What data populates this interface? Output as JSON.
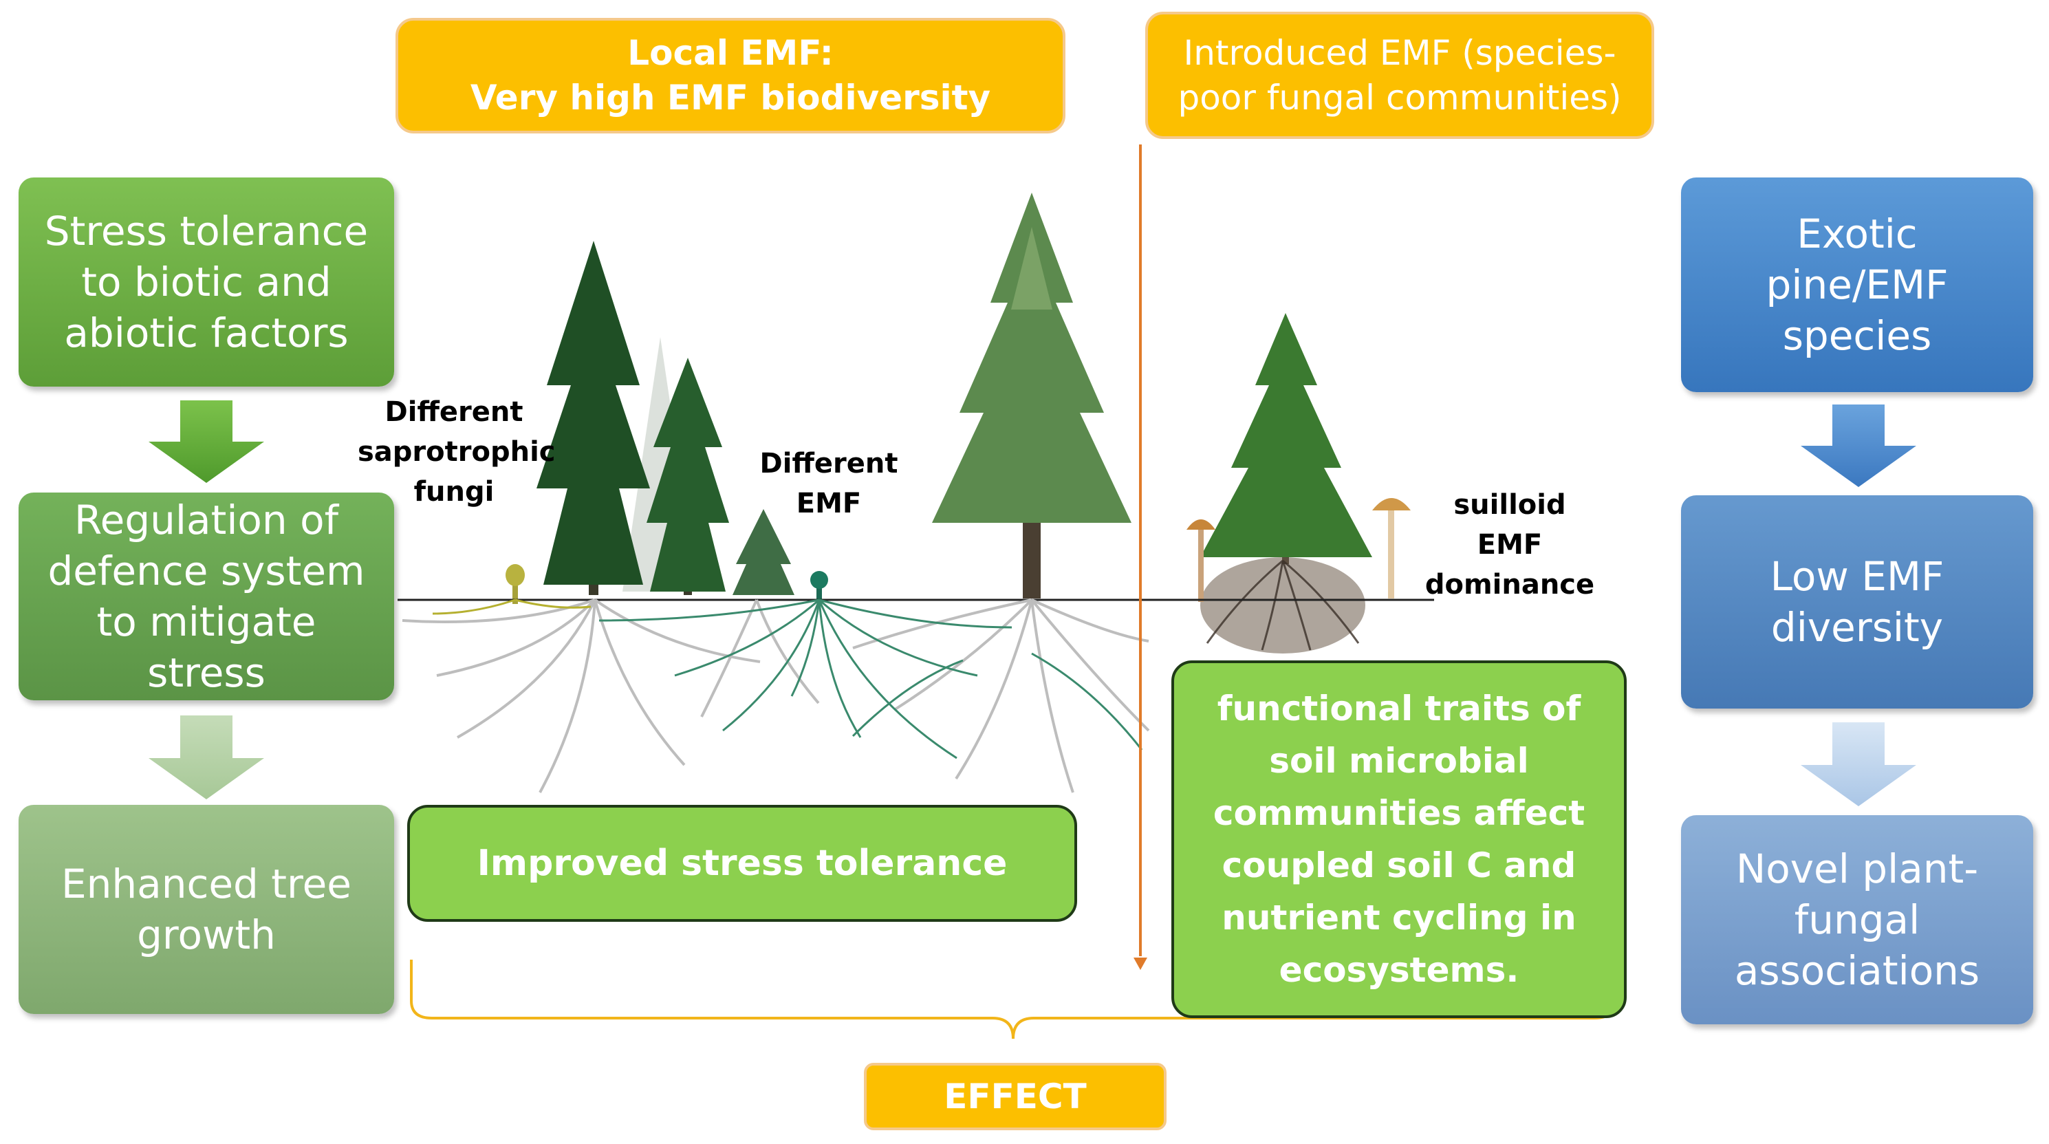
{
  "headers": {
    "local_line1": "Local EMF:",
    "local_line2": "Very high EMF biodiversity",
    "introduced_line1": "Introduced EMF (species-",
    "introduced_line2": "poor fungal communities)"
  },
  "left_column": [
    {
      "line1": "Stress tolerance",
      "line2": "to biotic and",
      "line3": "abiotic factors"
    },
    {
      "line1": "Regulation of",
      "line2": "defence system",
      "line3": "to mitigate stress"
    },
    {
      "line1": "Enhanced tree",
      "line2": "growth"
    }
  ],
  "right_column": [
    {
      "line1": "Exotic",
      "line2": "pine/EMF",
      "line3": "species"
    },
    {
      "line1": "Low EMF",
      "line2": "diversity"
    },
    {
      "line1": "Novel plant-",
      "line2": "fungal",
      "line3": "associations"
    }
  ],
  "labels": {
    "saprotrophic": {
      "line1": "Different",
      "line2": "saprotrophic",
      "line3": "fungi"
    },
    "emf": {
      "line1": "Different",
      "line2": "EMF"
    },
    "suilloid": {
      "line1": "suilloid EMF",
      "line2": "dominance"
    }
  },
  "panels": {
    "improved": "Improved stress tolerance",
    "functional": {
      "line1": "functional traits of",
      "line2": "soil microbial",
      "line3": "communities affect",
      "line4": "coupled soil C and",
      "line5": "nutrient cycling in",
      "line6": "ecosystems."
    }
  },
  "effect_label": "EFFECT",
  "colors": {
    "header_orange": "#fcbf00",
    "left_green": "#6aad44",
    "right_blue": "#4a86c8",
    "panel_green": "#8cd04e",
    "divider_orange": "#e07b2a"
  }
}
